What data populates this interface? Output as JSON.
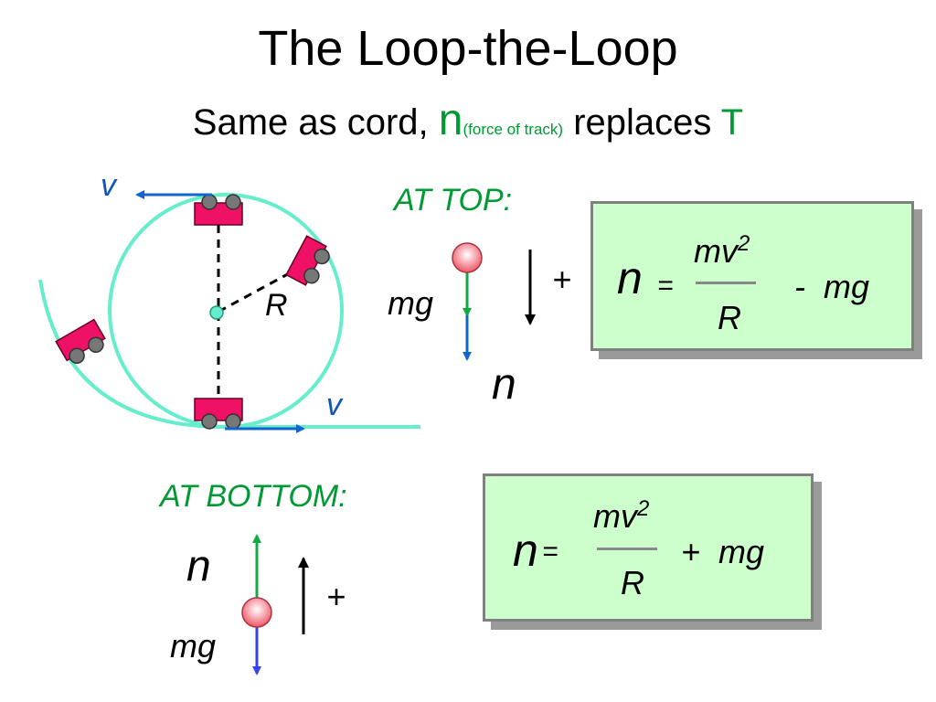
{
  "title": "The Loop-the-Loop",
  "subtitle": {
    "prefix": "Same as cord, ",
    "n": "n",
    "note": "(force of track)",
    "middle": " replaces ",
    "T": "T"
  },
  "diagram": {
    "velocity_top": "v",
    "velocity_bottom": "v",
    "radius": "R"
  },
  "top": {
    "heading": "AT TOP:",
    "mg": "mg",
    "n": "n",
    "sign": "+",
    "formula": {
      "lhs": "n",
      "eq": "=",
      "numerator": "mv",
      "exponent": "2",
      "denominator": "R",
      "rest": "-  mg"
    }
  },
  "bottom": {
    "heading": "AT BOTTOM:",
    "n": "n",
    "mg": "mg",
    "sign": "+",
    "formula": {
      "lhs": "n",
      "eq": "=",
      "numerator": "mv",
      "exponent": "2",
      "denominator": "R",
      "rest": "+  mg"
    }
  },
  "colors": {
    "track": "#66eecc",
    "cart": "#ee1166",
    "wheel": "#777777",
    "velocity_arrow": "#1166cc",
    "force_n": "#11aa44",
    "force_mg_top": "#1166cc",
    "force_mg_bottom": "#3344ee",
    "heading": "#009933",
    "box_fill": "#ccffcc"
  }
}
